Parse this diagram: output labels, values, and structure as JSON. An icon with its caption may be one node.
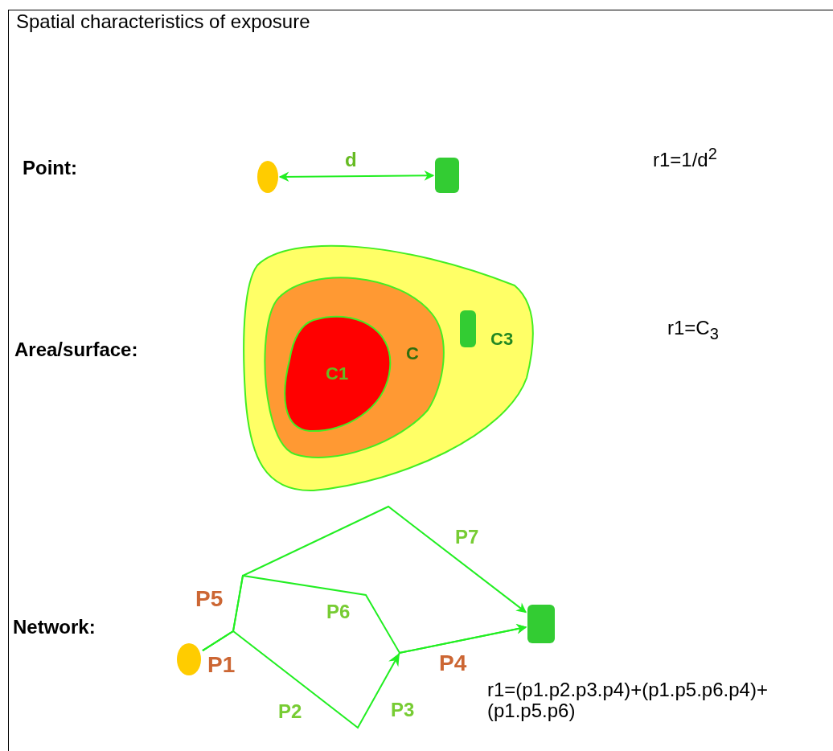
{
  "diagram": {
    "title": "Spatial characteristics of exposure",
    "nodes": [
      {
        "text": [],
        "shape": "circle"
      },
      {
        "text": [],
        "shape": "box"
      },
      {
        "text": [
          "C3"
        ]
      },
      {
        "text": [
          "C"
        ],
        "in": 2
      },
      {
        "text": [
          "C1"
        ],
        "in": 3
      },
      {
        "text": [],
        "shape": "box",
        "in": 2
      },
      {
        "text": [],
        "shape": "circle"
      },
      {
        "text": [],
        "shape": "box"
      }
    ],
    "edges": [
      {
        "from": 0,
        "to": 1,
        "arrow": "both",
        "label": "d"
      },
      {
        "from": 6,
        "to": 7,
        "arrow": "to"
      },
      {
        "from": 6,
        "to": 7,
        "arrow": "to"
      },
      {
        "from": 6,
        "to": 7,
        "arrow": "to"
      }
    ],
    "labels": [
      "Point:",
      "r1=1/d$^{2}$",
      "Area/surface:",
      "r1=C$_{3}$",
      "P7",
      "P5",
      "Network:",
      "P6",
      "P1",
      "P4",
      "r1=(p1.p2.p3.p4)+(p1.p5.p6.p4)+ (p1.p5.p6)",
      "P2",
      "P3"
    ]
  }
}
